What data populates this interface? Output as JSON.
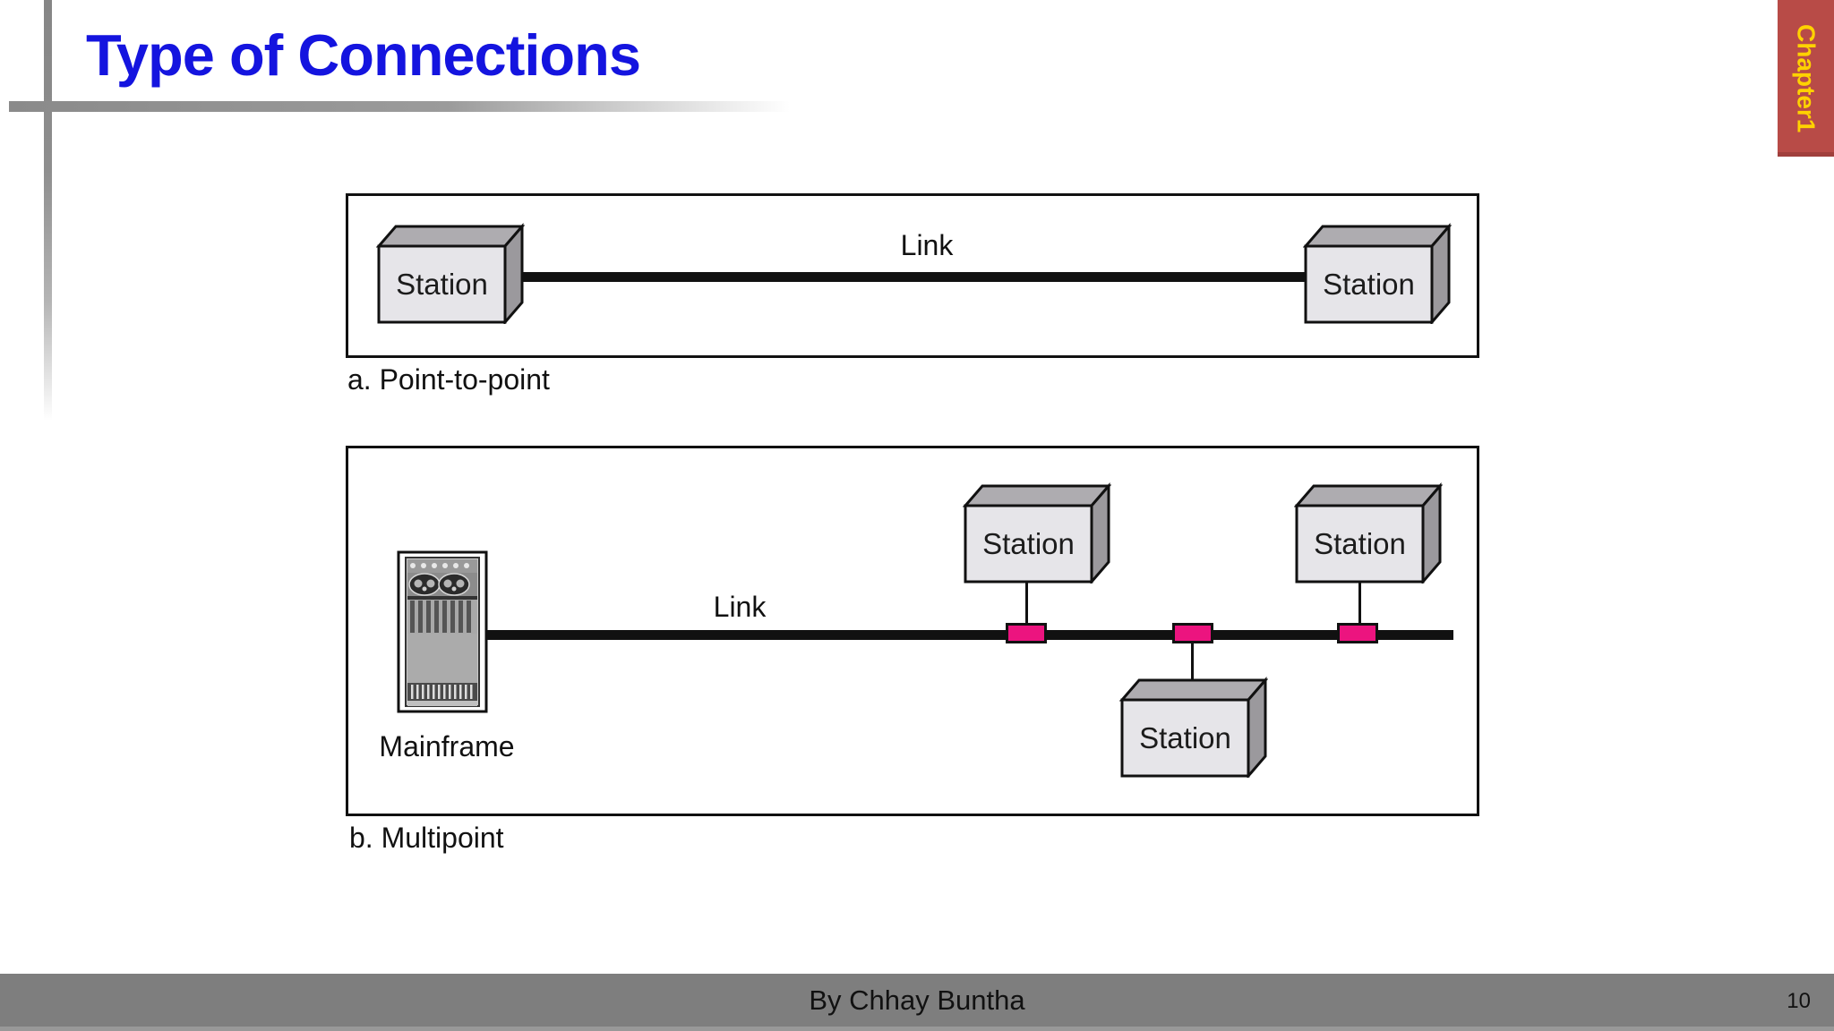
{
  "slide": {
    "title": "Type of Connections",
    "chapter_tab": "Chapter1",
    "footer": {
      "author": "By Chhay Buntha",
      "page_number": "10"
    }
  },
  "diagram_a": {
    "caption": "a. Point-to-point",
    "link_label": "Link",
    "stations": [
      "Station",
      "Station"
    ]
  },
  "diagram_b": {
    "caption": "b. Multipoint",
    "link_label": "Link",
    "mainframe_label": "Mainframe",
    "stations": [
      "Station",
      "Station",
      "Station"
    ]
  },
  "colors": {
    "title_blue": "#1414DF",
    "chapter_tab_bg": "#B84B47",
    "chapter_tab_text": "#FFD200",
    "tap_pink": "#EC147F",
    "footer_gray": "#7E7E7E",
    "station_front": "#E6E5E9",
    "station_top": "#AEACB0",
    "station_side": "#9B999D"
  }
}
